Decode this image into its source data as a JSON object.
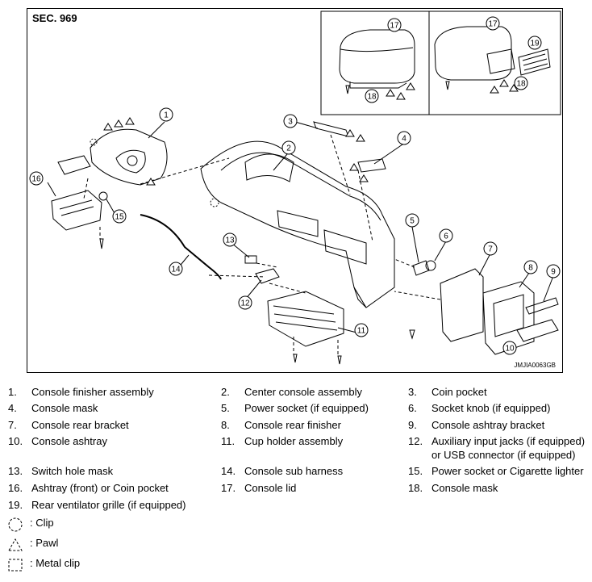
{
  "figure": {
    "section_label": "SEC. 969",
    "figure_code": "JMJIA0063GB",
    "callouts": [
      "1",
      "2",
      "3",
      "4",
      "5",
      "6",
      "7",
      "8",
      "9",
      "10",
      "11",
      "12",
      "13",
      "14",
      "15",
      "16",
      "17",
      "17",
      "18",
      "18",
      "19"
    ]
  },
  "legend": {
    "parts": [
      {
        "num": "1.",
        "text": "Console finisher assembly"
      },
      {
        "num": "2.",
        "text": "Center console assembly"
      },
      {
        "num": "3.",
        "text": "Coin pocket"
      },
      {
        "num": "4.",
        "text": "Console mask"
      },
      {
        "num": "5.",
        "text": "Power socket (if equipped)"
      },
      {
        "num": "6.",
        "text": "Socket knob (if equipped)"
      },
      {
        "num": "7.",
        "text": "Console rear bracket"
      },
      {
        "num": "8.",
        "text": "Console rear finisher"
      },
      {
        "num": "9.",
        "text": "Console ashtray bracket"
      },
      {
        "num": "10.",
        "text": "Console ashtray"
      },
      {
        "num": "11.",
        "text": "Cup holder assembly"
      },
      {
        "num": "12.",
        "text": "Auxiliary input jacks (if equipped)"
      },
      {
        "num": "12b",
        "text": "or USB connector (if equipped)"
      },
      {
        "num": "13.",
        "text": "Switch hole mask"
      },
      {
        "num": "14.",
        "text": "Console sub harness"
      },
      {
        "num": "15.",
        "text": " Power socket or Cigarette lighter"
      },
      {
        "num": "16.",
        "text": "Ashtray (front) or Coin pocket"
      },
      {
        "num": "17.",
        "text": "Console lid"
      },
      {
        "num": "18.",
        "text": "Console mask"
      },
      {
        "num": "19.",
        "text": "Rear ventilator grille (if equipped)"
      }
    ],
    "symbols": [
      {
        "icon": "clip-icon",
        "text": ": Clip"
      },
      {
        "icon": "pawl-icon",
        "text": ": Pawl"
      },
      {
        "icon": "metal-clip-icon",
        "text": ": Metal clip"
      }
    ]
  }
}
